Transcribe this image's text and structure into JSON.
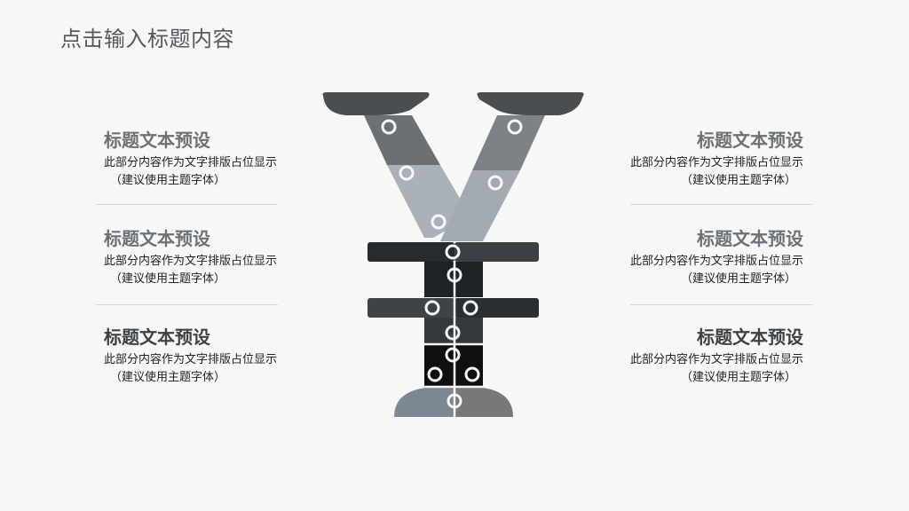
{
  "page": {
    "title": "点击输入标题内容"
  },
  "blocks": {
    "left": [
      {
        "title": "标题文本预设",
        "line1": "此部分内容作为文字排版占位显示",
        "line2": "（建议使用主题字体）",
        "color": "#6a7177"
      },
      {
        "title": "标题文本预设",
        "line1": "此部分内容作为文字排版占位显示",
        "line2": "（建议使用主题字体）",
        "color": "#6a7177"
      },
      {
        "title": "标题文本预设",
        "line1": "此部分内容作为文字排版占位显示",
        "line2": "（建议使用主题字体）",
        "color": "#3d4246"
      }
    ],
    "right": [
      {
        "title": "标题文本预设",
        "line1": "此部分内容作为文字排版占位显示",
        "line2": "（建议使用主题字体）",
        "color": "#6a7177"
      },
      {
        "title": "标题文本预设",
        "line1": "此部分内容作为文字排版占位显示",
        "line2": "（建议使用主题字体）",
        "color": "#6a7177"
      },
      {
        "title": "标题文本预设",
        "line1": "此部分内容作为文字排版占位显示",
        "line2": "（建议使用主题字体）",
        "color": "#3d4246"
      }
    ]
  },
  "puzzle": {
    "symbol": "yen",
    "piece_colors": {
      "caps": "#4a4e51",
      "arm_top_left": "#6b7074",
      "arm_top_right": "#7d8287",
      "arm_mid_left": "#aab1b8",
      "arm_mid_right": "#a3aab1",
      "bar_top": "#2e3338",
      "bar_bottom": "#3f4246",
      "stem_top": "#1e2226",
      "stem_mid": "#2a2d31",
      "stem_low": "#35393d",
      "stem_lowest": "#0e0f11",
      "base_left": "#7c8794",
      "base_right": "#787878"
    }
  }
}
